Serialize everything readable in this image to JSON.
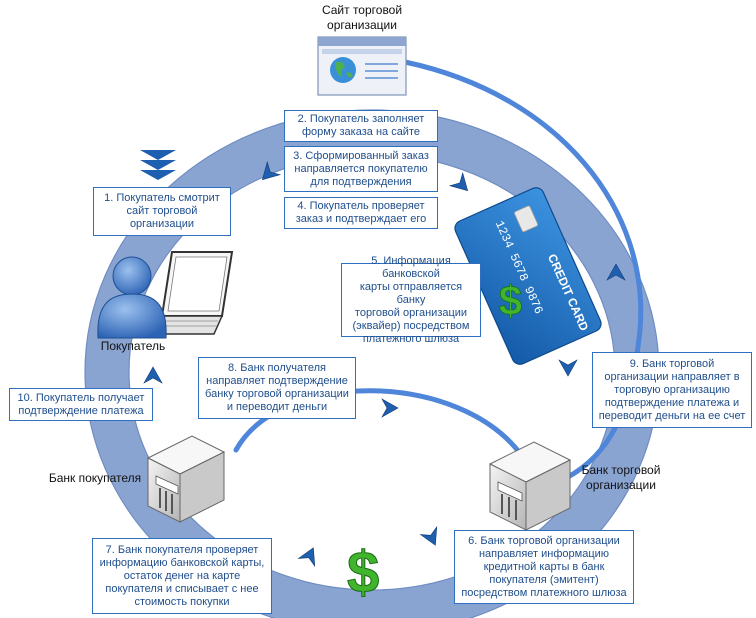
{
  "colors": {
    "ring": "#8aa4d2",
    "ring_edge": "#6f8cc2",
    "line": "#4f86d9",
    "box_border": "#2e6fc0",
    "box_text": "#1f4e8c",
    "chevron": "#1f5fb0",
    "dollar": "#3fb42c",
    "card": "#1f73c9"
  },
  "labels": {
    "merchant_site": "Сайт торговой\nорганизации",
    "buyer": "Покупатель",
    "buyer_bank": "Банк покупателя",
    "merchant_bank": "Банк торговой\nорганизации"
  },
  "steps": {
    "s1": "1. Покупатель смотрит\nсайт торговой\nорганизации",
    "s2": "2. Покупатель заполняет\nформу заказа на сайте",
    "s3": "3. Сформированный заказ\nнаправляется покупателю\nдля подтверждения",
    "s4": "4. Покупатель проверяет\nзаказ и подтверждает его",
    "s5": "5. Информация банковской\nкарты отправляется банку\nторговой организации\n(эквайер) посредством\nплатежного шлюза",
    "s6": "6. Банк торговой организации\nнаправляет информацию\nкредитной карты в банк\nпокупателя (эмитент)\nпосредством платежного шлюза",
    "s7": "7. Банк покупателя проверяет\nинформацию банковской карты,\nостаток денег на карте\nпокупателя и списывает с нее\nстоимость покупки",
    "s8": "8. Банк получателя\nнаправляет подтверждение\nбанку торговой организации\nи переводит деньги",
    "s9": "9. Банк торговой\nорганизации направляет в\nторговую организацию\nподтверждение платежа и\nпереводит деньги на ее счет",
    "s10": "10. Покупатель получает\nподтверждение платежа"
  },
  "card": {
    "brand": "CREDIT CARD",
    "number": "1234 5678 9876"
  },
  "icons": {
    "site": "browser-window-icon",
    "buyer": "user-at-laptop-icon",
    "bank": "bank-building-icon",
    "money": "dollar-sign-icon",
    "card": "credit-card-icon"
  }
}
